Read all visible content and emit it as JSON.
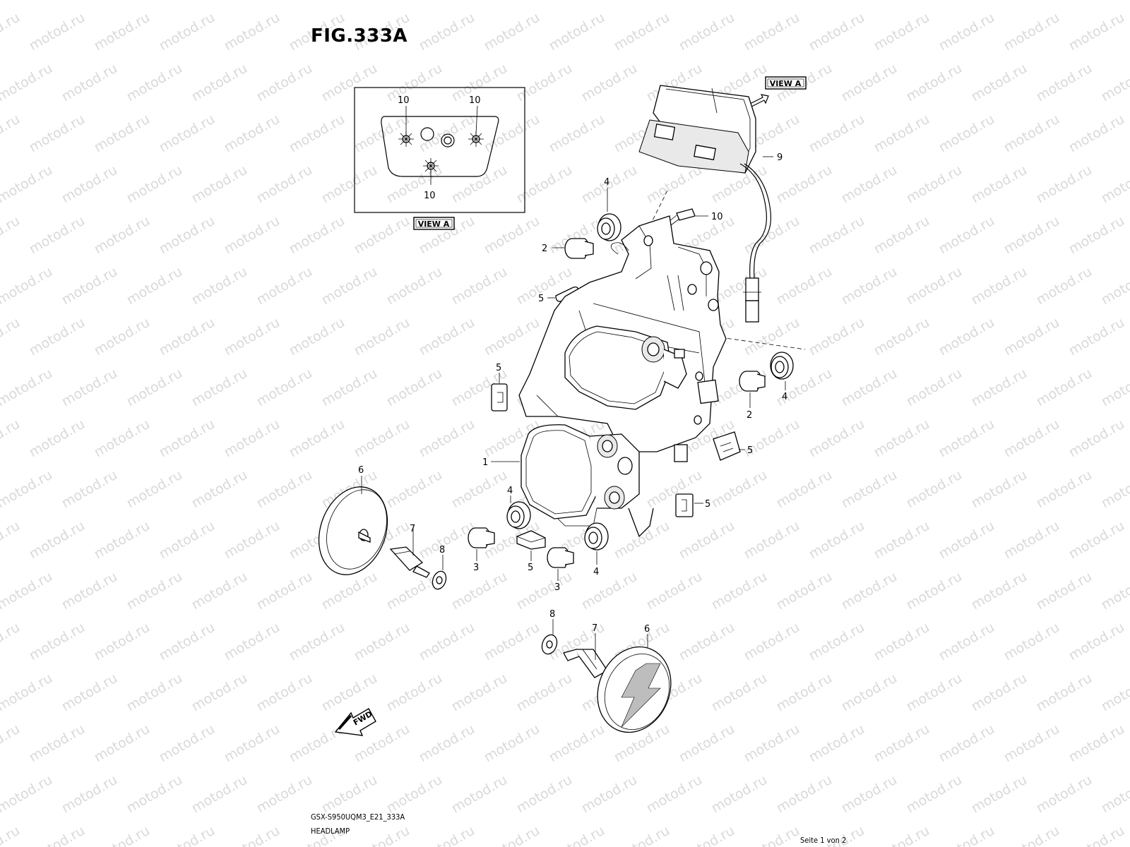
{
  "figure_title": "FIG.333A",
  "watermark_text": "motod.ru",
  "view_label": "VIEW A",
  "fwd_label": "FWD",
  "footer": {
    "model_code": "GSX-S950UQM3_E21_333A",
    "part_group": "HEADLAMP",
    "page": "Seite 1 von 2"
  },
  "callouts": {
    "headlamp_unit": "1",
    "bolt_top_left": "2",
    "bolt_right": "2",
    "screw_left": "3",
    "screw_bottom": "3",
    "grommet_top": "4",
    "grommet_right": "4",
    "grommet_left": "4",
    "grommet_bottom": "4",
    "nut_top_left": "5",
    "nut_left": "5",
    "nut_right": "5",
    "nut_right_lower": "5",
    "nut_bottom": "5",
    "cap_left": "6",
    "cap_bottom": "6",
    "spacer_left": "7",
    "spacer_bottom": "7",
    "washer_left": "8",
    "washer_bottom": "8",
    "position_lamp": "9",
    "screw_top": "10",
    "inset_screw_left": "10",
    "inset_screw_right": "10",
    "inset_screw_bottom": "10"
  }
}
